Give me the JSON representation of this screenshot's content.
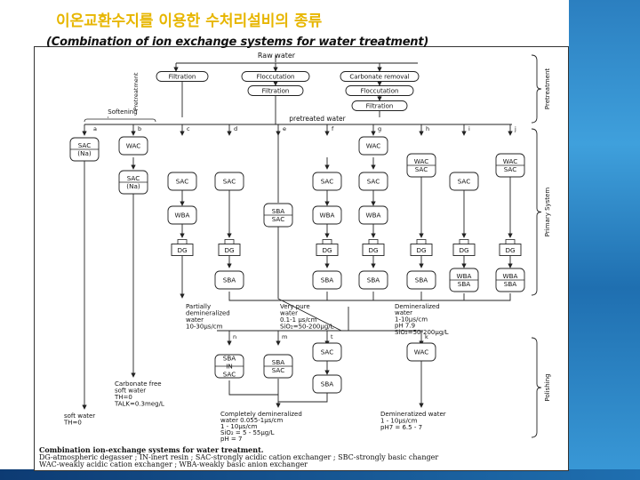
{
  "slide": {
    "title_korean": "이온교환수지를  이용한 수처리설비의 종류",
    "title_english": "(Combination of ion exchange systems for water treatment)"
  },
  "diagram": {
    "raw_water": "Raw water",
    "filtration": "Filtration",
    "floccutation": "Floccutation",
    "carbonate_removal": "Carbonate removal",
    "pretreated_water": "pretreated water",
    "pretreatment": "Pretreatment",
    "softening": "Softening",
    "stage_labels": {
      "pretreatment": "Pretreatment",
      "primary": "Primary System",
      "polishing": "Polishing"
    },
    "branch_letters": [
      "a",
      "b",
      "c",
      "d",
      "e",
      "f",
      "g",
      "h",
      "i",
      "j"
    ],
    "polish_letters": [
      "n",
      "m",
      "t",
      "k"
    ],
    "units": {
      "SAC": "SAC",
      "WAC": "WAC",
      "WBA": "WBA",
      "SBA": "SBA",
      "DG": "DG",
      "Na": "(Na)",
      "IN": "IN"
    },
    "partially": {
      "l1": "Partially",
      "l2": "demineralized",
      "l3": "water",
      "l4": "10-30μs/cm"
    },
    "very_pure": {
      "l1": "Very pure",
      "l2": "water",
      "l3": "0.1-1 μs/cm",
      "l4": "SiO₂=50-200μg/L"
    },
    "demineralized": {
      "l1": "Demineralized",
      "l2": "water",
      "l3": "1-10μs/cm",
      "l4": "pH 7.9",
      "l5": "SiO₂=50-200μg/L"
    },
    "carbonate_free": {
      "l1": "Carbonate free",
      "l2": "soft water",
      "l3": "TH=0",
      "l4": "TALK=0.3meg/L"
    },
    "soft_water": {
      "l1": "soft water",
      "l2": "TH=0"
    },
    "completely": {
      "l1": "Completely demineralized",
      "l2": "water 0.055-1μs/cm",
      "l3": "1 - 10μs/cm",
      "l4": "SiO₂ = 5 - 55μg/L",
      "l5": "pH = 7"
    },
    "demineratized": {
      "l1": "Demineratized water",
      "l2": "1 - 10μs/cm",
      "l3": "pH7 = 6.5 - 7"
    }
  },
  "footnote": {
    "heading": "Combination ion-exchange systems for water treatment.",
    "line1": "DG-atmospheric degasser ; IN-inert resin ; SAC-strongly acidic cation exchanger ; SBC-strongly basic changer",
    "line2": "WAC-weakly acidic cation exchanger ; WBA-weakly basic anion exchanger"
  }
}
